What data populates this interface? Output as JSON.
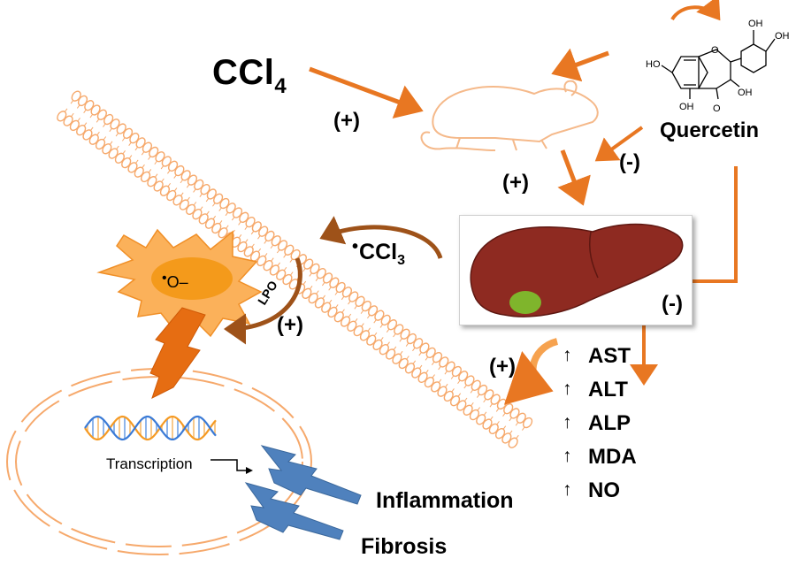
{
  "labels": {
    "ccl4_main": "CCl",
    "ccl4_sub": "4",
    "ccl3_dot": "•",
    "ccl3_main": "CCl",
    "ccl3_sub": "3",
    "quercetin": "Quercetin",
    "superoxide_dot": "•",
    "superoxide": "O–",
    "lpo": "LPO",
    "transcription": "Transcription",
    "inflammation": "Inflammation",
    "fibrosis": "Fibrosis"
  },
  "signs": {
    "ccl4_to_rat": "(+)",
    "rat_to_liver": "(+)",
    "quercetin_to_liver": "(-)",
    "quercetin_to_markers": "(-)",
    "lpo": "(+)",
    "liver_to_markers": "(+)"
  },
  "markers": {
    "arrow": "↑",
    "items": [
      "AST",
      "ALT",
      "ALP",
      "MDA",
      "NO"
    ]
  },
  "molecule": {
    "groups": [
      "OH",
      "OH",
      "HO",
      "OH",
      "OH",
      "O",
      "O"
    ]
  },
  "colors": {
    "arrow_orange": "#e87722",
    "rat_outline": "#f5b98a",
    "membrane": "#f6a96c",
    "liver": "#8e2a21",
    "gallbladder": "#7fb52c",
    "burst": "#fbb15a",
    "burst_core": "#f49a1b",
    "lightning": "#e66d12",
    "lpo_arrow": "#9e5219",
    "bolt_blue": "#4f81bd",
    "dna_a": "#f59a23",
    "dna_b": "#3a7ad6"
  }
}
